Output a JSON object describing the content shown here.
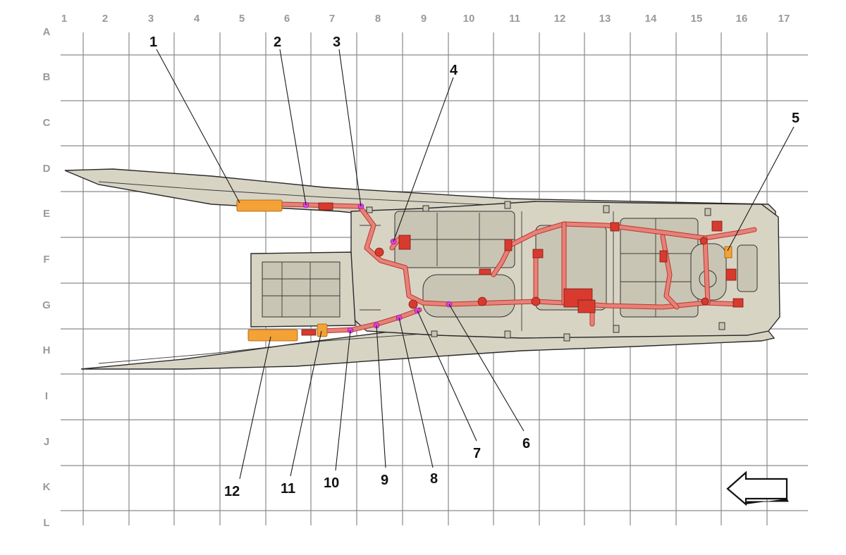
{
  "grid": {
    "columns": [
      "1",
      "2",
      "3",
      "4",
      "5",
      "6",
      "7",
      "8",
      "9",
      "10",
      "11",
      "12",
      "13",
      "14",
      "15",
      "16",
      "17"
    ],
    "rows": [
      "A",
      "B",
      "C",
      "D",
      "E",
      "F",
      "G",
      "H",
      "I",
      "J",
      "K",
      "L"
    ]
  },
  "callouts": [
    {
      "label": "1"
    },
    {
      "label": "2"
    },
    {
      "label": "3"
    },
    {
      "label": "4"
    },
    {
      "label": "5"
    },
    {
      "label": "6"
    },
    {
      "label": "7"
    },
    {
      "label": "8"
    },
    {
      "label": "9"
    },
    {
      "label": "10"
    },
    {
      "label": "11"
    },
    {
      "label": "12"
    }
  ],
  "colors": {
    "body": "#d8d4c4",
    "harness": "#e5827a",
    "connector_red": "#d83a2e",
    "connector_orange": "#f4a236",
    "point_magenta": "#e040e0",
    "grid": "#8a8a8a"
  },
  "icons": {
    "direction_arrow": "left-arrow-icon"
  }
}
